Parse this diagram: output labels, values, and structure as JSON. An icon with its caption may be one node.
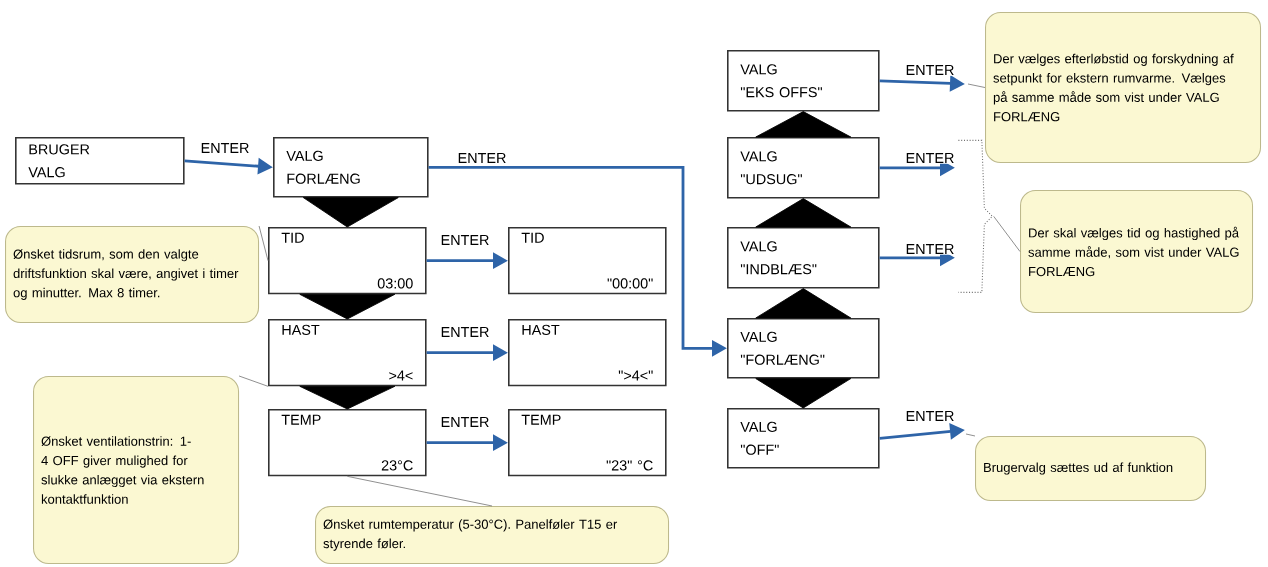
{
  "diagram": {
    "nodes": [
      {
        "text": [
          "BRUGER",
          "VALG"
        ]
      },
      {
        "text": [
          "VALG",
          "FORLÆNG"
        ]
      },
      {
        "text": [
          "TID",
          "03:00"
        ]
      },
      {
        "text": [
          "TID",
          "\"00:00\""
        ]
      },
      {
        "text": [
          "HAST",
          ">4<"
        ]
      },
      {
        "text": [
          "HAST",
          "\">4<\""
        ]
      },
      {
        "text": [
          "TEMP",
          "23°C"
        ]
      },
      {
        "text": [
          "TEMP",
          "\"23\" °C"
        ]
      },
      {
        "text": [
          "VALG",
          "\"EKS OFFS\""
        ]
      },
      {
        "text": [
          "VALG",
          "\"UDSUG\""
        ]
      },
      {
        "text": [
          "VALG",
          "\"INDBLÆS\""
        ]
      },
      {
        "text": [
          "VALG",
          "\"FORLÆNG\""
        ]
      },
      {
        "text": [
          "VALG",
          "\"OFF\""
        ]
      },
      {
        "text": [
          "Ønsket tidsrum, som den valgte driftsfunktion skal være, angivet i timer og minutter. Max 8 timer."
        ]
      },
      {
        "text": [
          "Ønsket ventilationstrin: 1-4 OFF giver mulighed for slukke anlægget via ekstern kontaktfunktion"
        ]
      },
      {
        "text": [
          "Ønsket rumtemperatur (5-30°C). Panelføler T15 er styrende føler."
        ]
      },
      {
        "text": [
          "Der vælges efterløbstid og forskydning af setpunkt for ekstern rumvarme. Vælges på samme måde som vist under VALG FORLÆNG"
        ]
      },
      {
        "text": [
          "Der skal vælges tid og hastighed på samme måde, som vist under VALG FORLÆNG"
        ]
      },
      {
        "text": [
          "Brugervalg sættes ud af funktion"
        ]
      },
      {
        "text": [],
        "shape": "bracket"
      }
    ],
    "edges": [
      {
        "from": 0,
        "to": 1,
        "arrow": "to",
        "label": "ENTER"
      },
      {
        "from": 1,
        "to": 11,
        "arrow": "to",
        "label": "ENTER"
      },
      {
        "from": 2,
        "to": 3,
        "arrow": "to",
        "label": "ENTER"
      },
      {
        "from": 4,
        "to": 5,
        "arrow": "to",
        "label": "ENTER"
      },
      {
        "from": 6,
        "to": 7,
        "arrow": "to",
        "label": "ENTER"
      },
      {
        "from": 8,
        "to": null,
        "arrow": "to",
        "label": "ENTER"
      },
      {
        "from": 9,
        "to": 19,
        "arrow": "to",
        "label": "ENTER"
      },
      {
        "from": 10,
        "to": 19,
        "arrow": "to",
        "label": "ENTER"
      },
      {
        "from": 12,
        "to": null,
        "arrow": "to",
        "label": "ENTER"
      },
      {
        "from": 1,
        "to": 2,
        "arrow": "to",
        "color": "#000000"
      },
      {
        "from": 2,
        "to": 4,
        "arrow": "to",
        "color": "#000000"
      },
      {
        "from": 4,
        "to": 6,
        "arrow": "to",
        "color": "#000000"
      },
      {
        "from": 11,
        "to": 10,
        "arrow": "to",
        "color": "#000000"
      },
      {
        "from": 10,
        "to": 9,
        "arrow": "to",
        "color": "#000000"
      },
      {
        "from": 9,
        "to": 8,
        "arrow": "to",
        "color": "#000000"
      },
      {
        "from": 11,
        "to": 12,
        "arrow": "to",
        "color": "#000000"
      },
      {
        "from": 13,
        "to": 2,
        "arrow": "none",
        "color": "#808080"
      },
      {
        "from": 14,
        "to": 4,
        "arrow": "none",
        "color": "#808080"
      },
      {
        "from": 15,
        "to": 6,
        "arrow": "none",
        "color": "#808080"
      },
      {
        "from": 16,
        "to": null,
        "arrow": "none",
        "color": "#808080"
      },
      {
        "from": 17,
        "to": 19,
        "arrow": "none",
        "color": "#808080"
      },
      {
        "from": 18,
        "to": null,
        "arrow": "none",
        "color": "#808080"
      }
    ]
  }
}
